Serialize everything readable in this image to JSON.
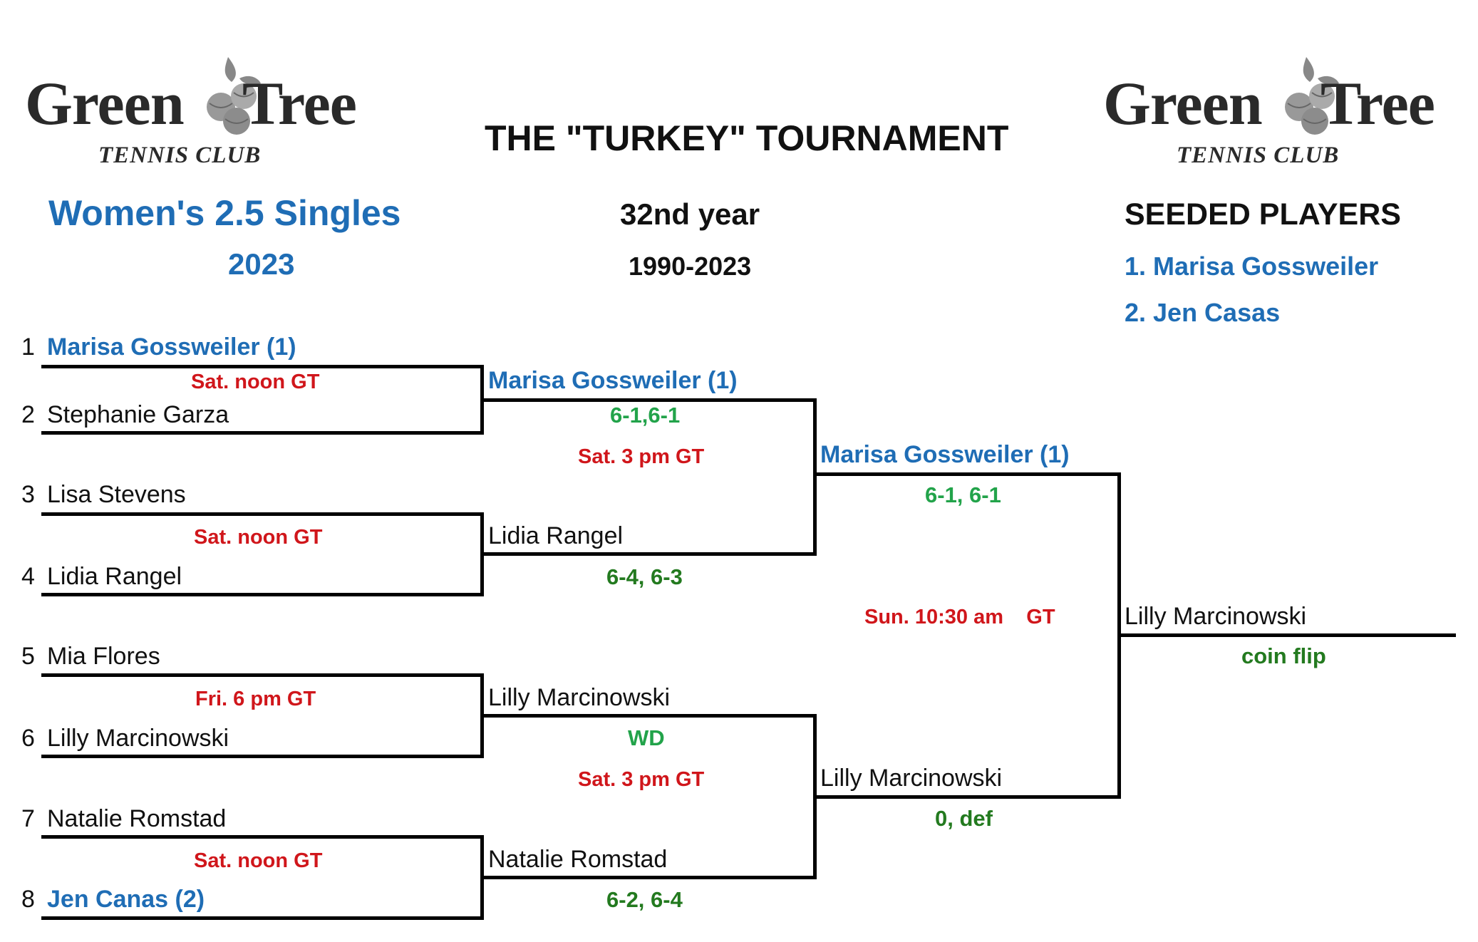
{
  "logo": {
    "word1": "Green",
    "word2": "Tree",
    "subtitle": "TENNIS CLUB"
  },
  "header": {
    "title": "THE \"TURKEY\" TOURNAMENT",
    "year_label": "32nd year",
    "years_range": "1990-2023",
    "division": "Women's 2.5 Singles",
    "division_year": "2023"
  },
  "seeded": {
    "heading": "SEEDED PLAYERS",
    "players": [
      "1. Marisa Gossweiler",
      "2. Jen Casas"
    ]
  },
  "round1": {
    "numbers": [
      "1",
      "2",
      "3",
      "4",
      "5",
      "6",
      "7",
      "8"
    ],
    "players": [
      "Marisa Gossweiler (1)",
      "Stephanie Garza",
      "Lisa Stevens",
      "Lidia Rangel",
      "Mia Flores",
      "Lilly Marcinowski",
      "Natalie Romstad",
      "Jen Canas (2)"
    ],
    "schedules": [
      "Sat. noon  GT",
      "Sat. noon GT",
      "Fri. 6 pm  GT",
      "Sat. noon GT"
    ]
  },
  "round2": {
    "players": [
      "Marisa Gossweiler (1)",
      "Lidia Rangel",
      "Lilly Marcinowski",
      "Natalie Romstad"
    ],
    "scores": [
      "6-1,6-1",
      "6-4, 6-3",
      "WD",
      "6-2, 6-4"
    ],
    "schedules": [
      "Sat. 3 pm  GT",
      "Sat. 3 pm  GT"
    ]
  },
  "round3": {
    "players": [
      "Marisa Gossweiler (1)",
      "Lilly Marcinowski"
    ],
    "scores": [
      "6-1, 6-1",
      "0, def"
    ],
    "schedule": "Sun. 10:30 am    GT"
  },
  "final": {
    "player": "Lilly Marcinowski",
    "result": "coin flip"
  },
  "colors": {
    "seed_blue": "#1f6db5",
    "schedule_red": "#d0161b",
    "score_green": "#22a34a",
    "score_dark_green": "#237a1f"
  }
}
